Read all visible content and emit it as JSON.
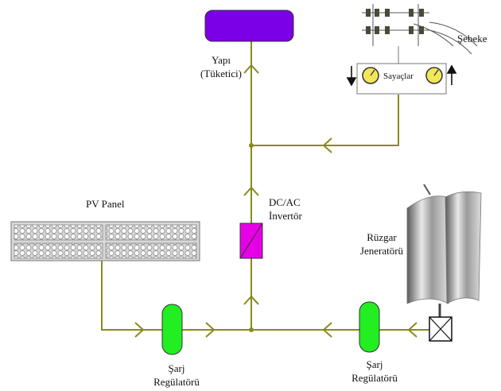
{
  "labels": {
    "building": [
      "Yapı",
      "(Tüketici)"
    ],
    "grid": "Şebeke",
    "meters": "Sayaçlar",
    "inverter": [
      "DC/AC",
      "İnvertör"
    ],
    "pv_panel": "PV Panel",
    "wind": [
      "Rüzgar",
      "Jeneratörü"
    ],
    "regulator_left": [
      "Şarj",
      "Regülatörü"
    ],
    "regulator_right": [
      "Şarj",
      "Regülatörü"
    ]
  },
  "colors": {
    "wire": "#8a8a1c",
    "building": "#7b00e6",
    "inverter": "#e600e6",
    "regulator": "#22ee22",
    "meter": "#f2e65a"
  }
}
